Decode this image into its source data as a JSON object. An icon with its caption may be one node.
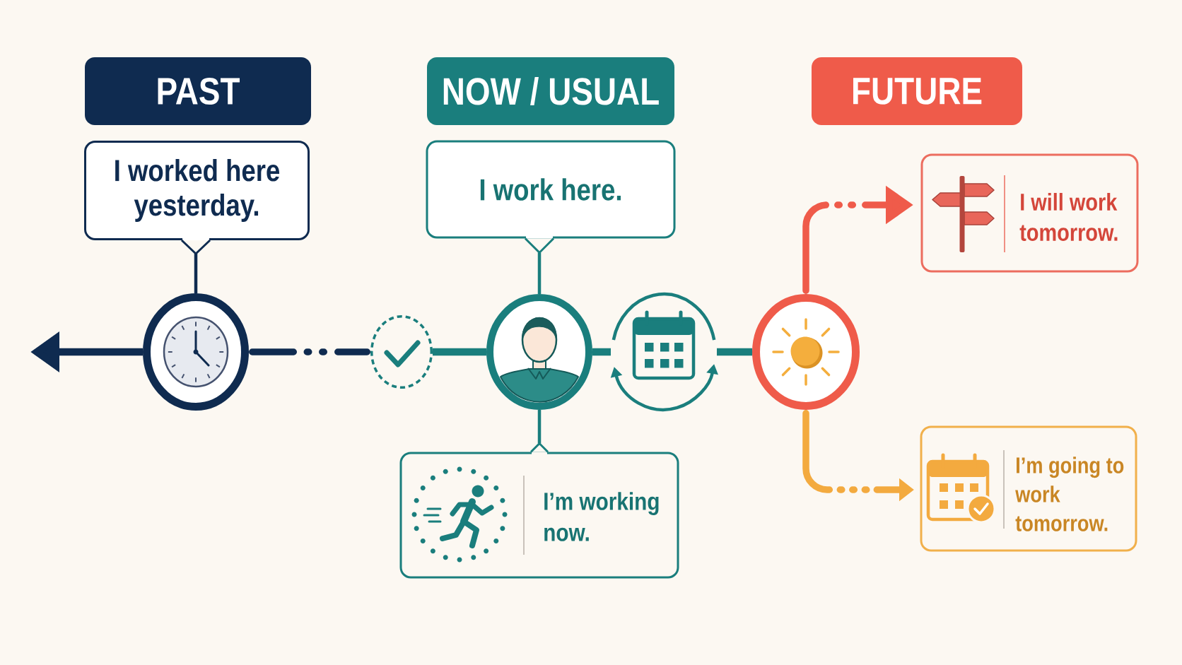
{
  "diagram": {
    "nodes": [
      {
        "text": [
          "PAST"
        ]
      },
      {
        "text": [
          "I worked here yesterday."
        ]
      },
      {
        "text": [],
        "shape": "circle"
      },
      {
        "text": [],
        "shape": "circle"
      },
      {
        "text": [
          "NOW / USUAL"
        ]
      },
      {
        "text": [
          "I work here."
        ]
      },
      {
        "text": [],
        "shape": "circle"
      },
      {
        "text": [],
        "shape": "circle"
      },
      {
        "text": [
          "I’m working now."
        ]
      },
      {
        "text": [
          "FUTURE"
        ]
      },
      {
        "text": [],
        "shape": "circle"
      },
      {
        "text": [
          "I will work tomorrow."
        ]
      },
      {
        "text": [
          "I’m going to work tomorrow."
        ]
      }
    ],
    "edges": [
      {
        "from": 1,
        "to": 2,
        "arrow": "other",
        "color": "#0f2b50"
      },
      {
        "from": 2,
        "to": null,
        "arrow": "to",
        "color": "#0f2b50"
      },
      {
        "from": 2,
        "to": 3,
        "arrow": "none",
        "style": "dashed",
        "color": "#0f2b50"
      },
      {
        "from": 3,
        "to": 6,
        "arrow": "none"
      },
      {
        "from": 5,
        "to": 6,
        "arrow": "other"
      },
      {
        "from": 6,
        "to": 7,
        "arrow": "none"
      },
      {
        "from": 7,
        "to": 10,
        "arrow": "none"
      },
      {
        "from": 6,
        "to": 8,
        "arrow": "other"
      },
      {
        "from": 10,
        "to": 11,
        "arrow": "to",
        "style": "dashed",
        "color": "#ef5b4a"
      },
      {
        "from": 10,
        "to": 12,
        "arrow": "to",
        "style": "dashed",
        "color": "#f3aa3f"
      }
    ]
  }
}
